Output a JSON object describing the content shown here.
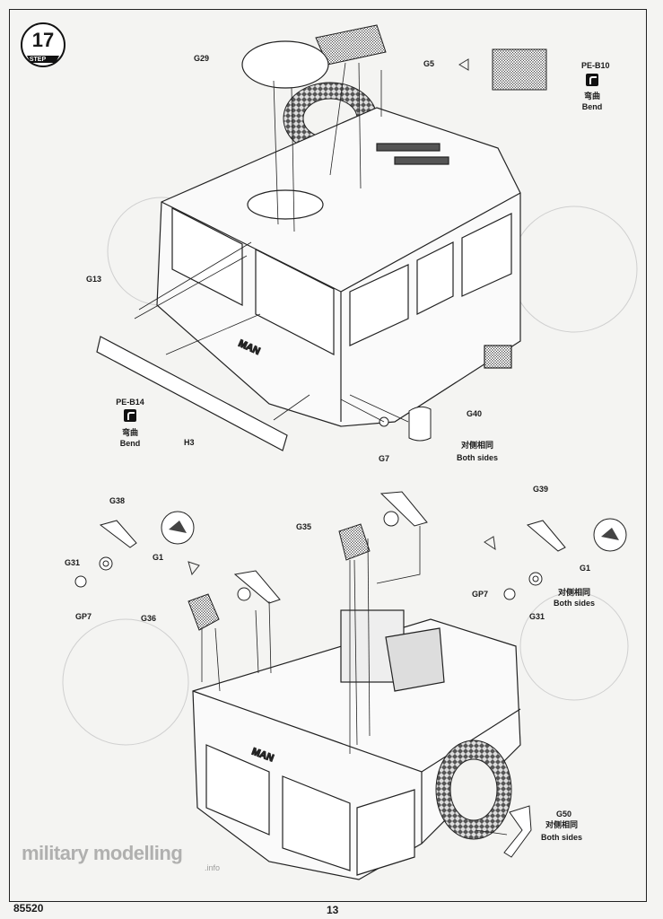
{
  "step": {
    "number": "17",
    "label": "STEP"
  },
  "parts": {
    "g29": "G29",
    "g5": "G5",
    "pe_b10": "PE-B10",
    "g13": "G13",
    "pe_b14": "PE-B14",
    "h3": "H3",
    "g7": "G7",
    "g40": "G40",
    "g38": "G38",
    "g1_left": "G1",
    "g31_left": "G31",
    "gp7_left": "GP7",
    "g36": "G36",
    "g35": "G35",
    "g39": "G39",
    "g1_right": "G1",
    "gp7_right": "GP7",
    "g31_right": "G31",
    "g50": "G50"
  },
  "annotations": {
    "bend_cn": "弯曲",
    "bend_en": "Bend",
    "both_sides_cn": "对侧相同",
    "both_sides_en": "Both sides"
  },
  "footer": {
    "kit_number": "85520",
    "page_number": "13"
  },
  "watermark": {
    "text": "military modelling",
    "sub": ".info"
  }
}
